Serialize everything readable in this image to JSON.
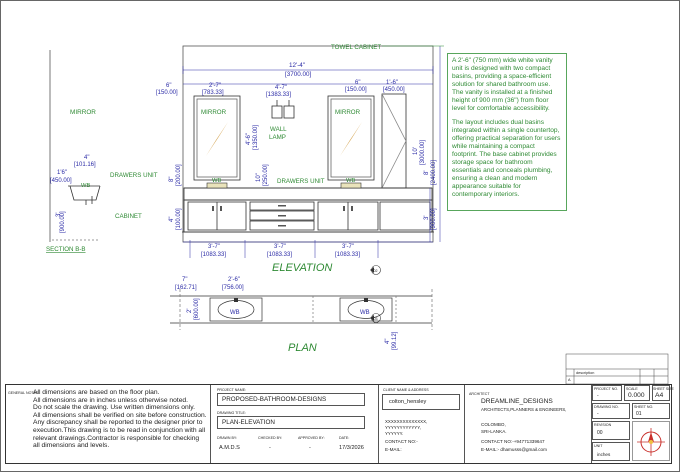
{
  "colors": {
    "line": "#222222",
    "dim": "#2b2ba6",
    "label": "#2f8a34",
    "accent": "#c9302c"
  },
  "drawing": {
    "labels": {
      "towel_cabinet": "TOWEL CABINET",
      "mirror_left_callout": "MIRROR",
      "mirror_1": "MIRROR",
      "mirror_2": "MIRROR",
      "wall_lamp": "WALL\nLAMP",
      "drawers_unit_left": "DRAWERS UNIT",
      "drawers_unit_mid": "DRAWERS UNIT",
      "cabinet": "CABINET",
      "wb_section": "WB",
      "wb_elev_1": "WB",
      "wb_elev_2": "WB",
      "wb_plan_1": "WB",
      "wb_plan_2": "WB",
      "section_title": "SECTION B-B",
      "elevation_title": "ELEVATION",
      "plan_title": "PLAN"
    },
    "dims": {
      "overall": "12'-4\"",
      "overall_mm": "[3700.00]",
      "d6_left": "6\"",
      "d6_left_mm": "[150.00]",
      "mirror_w": "2'-7\"",
      "mirror_w_mm": "[783.33]",
      "lamp_w": "4'-7\"",
      "lamp_w_mm": "[1383.33]",
      "d6_right": "6\"",
      "d6_right_mm": "[150.00]",
      "towel_w": "1'-6\"",
      "towel_w_mm": "[450.00]",
      "mirror_h": "4'-6\"",
      "mirror_h_mm": "[1350.00]",
      "total_h": "10'",
      "total_h_mm": "[3000.00]",
      "cab_h": "8'",
      "cab_h_mm": "[2400.00]",
      "sec_4": "4\"",
      "sec_4_mm": "[101.16]",
      "sec_15": "1'6\"",
      "sec_15_mm": "[450.00]",
      "sec_3": "3'",
      "sec_3_mm": "[900.00]",
      "ped_8": "8\"",
      "ped_8_mm": "[200.00]",
      "lamp_10": "10\"",
      "lamp_10_mm": "[250.00]",
      "base_4": "4\"",
      "base_4_mm": "[100.00]",
      "right_3": "3'",
      "right_3_mm": "[900.00]",
      "bot1": "3'-7\"",
      "bot1_mm": "[1083.33]",
      "bot2": "3'-7\"",
      "bot2_mm": "[1083.33]",
      "bot3": "3'-7\"",
      "bot3_mm": "[1083.33]",
      "plan_7": "7\"",
      "plan_7_mm": "[162.71]",
      "plan_26": "2'-6\"",
      "plan_26_mm": "[756.00]",
      "plan_2": "2'",
      "plan_2_mm": "[600.00]",
      "plan_4": "4\"",
      "plan_4_mm": "[99.12]"
    },
    "markers": {
      "m1": "02",
      "m2": "03"
    }
  },
  "description": {
    "p1": "A 2'-6\" (750 mm) wide white vanity unit is designed with two compact basins, providing a space-efficient solution for shared bathroom use. The vanity is installed at a finished height of 900 mm (36\") from floor level for comfortable accessibility.",
    "p2": "The layout includes dual basins integrated within a single countertop, offering practical separation for users while maintaining a compact footprint. The base cabinet provides storage space for bathroom essentials and conceals plumbing, ensuring a clean and modern appearance suitable for contemporary interiors."
  },
  "revision_table": {
    "desc_header": "description",
    "rows": [
      {
        "no": "A",
        "text": ""
      }
    ]
  },
  "title_block": {
    "general_notes_label": "GENERAL NOTES",
    "general_notes": "All dimensions are based on the floor plan.\nAll dimensions are in inches unless otherwise noted.\nDo not scale the drawing. Use written dimensions only.\nAll dimensions shall be verified on site before construction.\nAny discrepancy shall be reported to the designer prior to execution.This drawing is to be read in conjunction with all relevant drawings.Contractor is responsible for checking all dimensions and levels.",
    "project_name_label": "PROJECT NAME:",
    "project_name": "PROPOSED-BATHROOM-DESIGNS",
    "drawing_title_label": "DRAWING TITLE:",
    "drawing_title": "PLAN-ELEVATION",
    "drawn_by_label": "DRAWN BY:",
    "drawn_by": "A.M.D.S",
    "checked_by_label": "CHECKED BY:",
    "checked_by": "-",
    "approved_by_label": "APPROVED BY:",
    "approved_by": "-",
    "date_label": "DATE:",
    "date": "17/3/2026",
    "client_label": "CLIENT NAME & ADDRESS",
    "client_name": "colton_hensley",
    "client_address": "XXXXXXXXXXXXXX,\nYYYYYYYYYYYY,\nYYYYYY.",
    "contact_no": "CONTACT NO:-",
    "client_email": "E-MAIL:",
    "architect_label": "ARCHITECT",
    "firm_name": "DREAMLINE_DESIGNS",
    "firm_sub": "ARCHITECTS,PLANNERS & ENGINEERS,",
    "firm_city": "COLOMBO,",
    "firm_country": "SRI-LANKA.",
    "firm_contact": "CONTACT NO:-+94771339647",
    "firm_email": "E-MAIL:- dhamusss@gmail.com",
    "project_no_label": "PROJECT NO.",
    "project_no": "-",
    "scale_label": "SCALE",
    "scale": "0.000",
    "sheet_size_label": "SHEET SIZE",
    "sheet_size": "A4",
    "drawing_no_label": "DRAWING NO.",
    "drawing_no": "-",
    "sheet_no_label": "SHEET NO.",
    "sheet_no": "01",
    "revision_label": "REVISION",
    "revision": "00",
    "unit_label": "UNIT",
    "unit": "inches"
  }
}
